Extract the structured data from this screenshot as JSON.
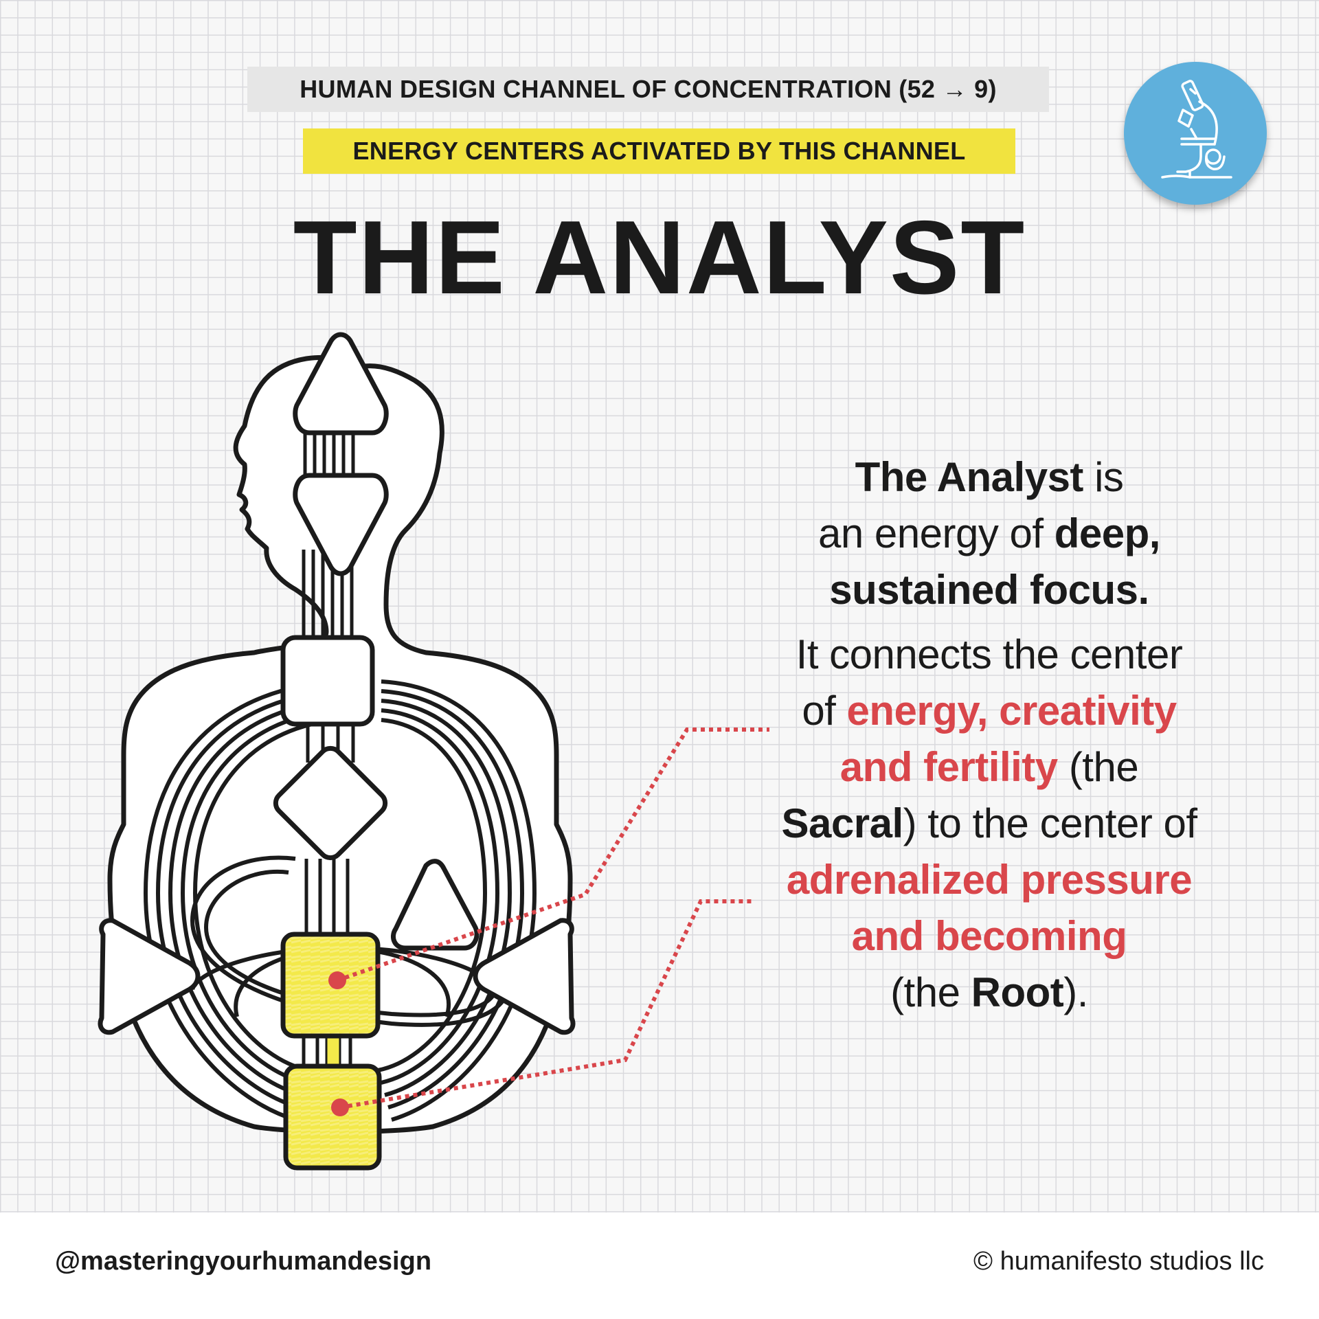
{
  "header": {
    "channel_tag": "HUMAN DESIGN CHANNEL OF CONCENTRATION (52 → 9)",
    "centers_tag": "ENERGY CENTERS ACTIVATED BY THIS CHANNEL",
    "title": "THE ANALYST"
  },
  "badge": {
    "icon": "microscope-icon",
    "color": "#5fb0dc"
  },
  "description": {
    "p1_name": "The Analyst",
    "p1_a": " is",
    "p1_b": "an energy of ",
    "p1_c": "deep,",
    "p1_d": "sustained focus.",
    "p2_a": "It connects the center",
    "p2_b": "of ",
    "p2_c": "energy, creativity",
    "p2_d": "and fertility",
    "p2_e": " (the",
    "p2_f": "Sacral",
    "p2_g": ") to the center of",
    "p2_h": "adrenalized pressure",
    "p2_i": "and becoming",
    "p2_j": "(the ",
    "p2_k": "Root",
    "p2_l": ")."
  },
  "diagram": {
    "activated_centers": [
      "Sacral",
      "Root"
    ],
    "colors": {
      "activated": "#f3e94a",
      "leader": "#d9464b",
      "outline": "#1b1b1b",
      "fill": "#ffffff"
    }
  },
  "footer": {
    "handle": "@masteringyourhumandesign",
    "copyright": "© humanifesto studios llc"
  }
}
